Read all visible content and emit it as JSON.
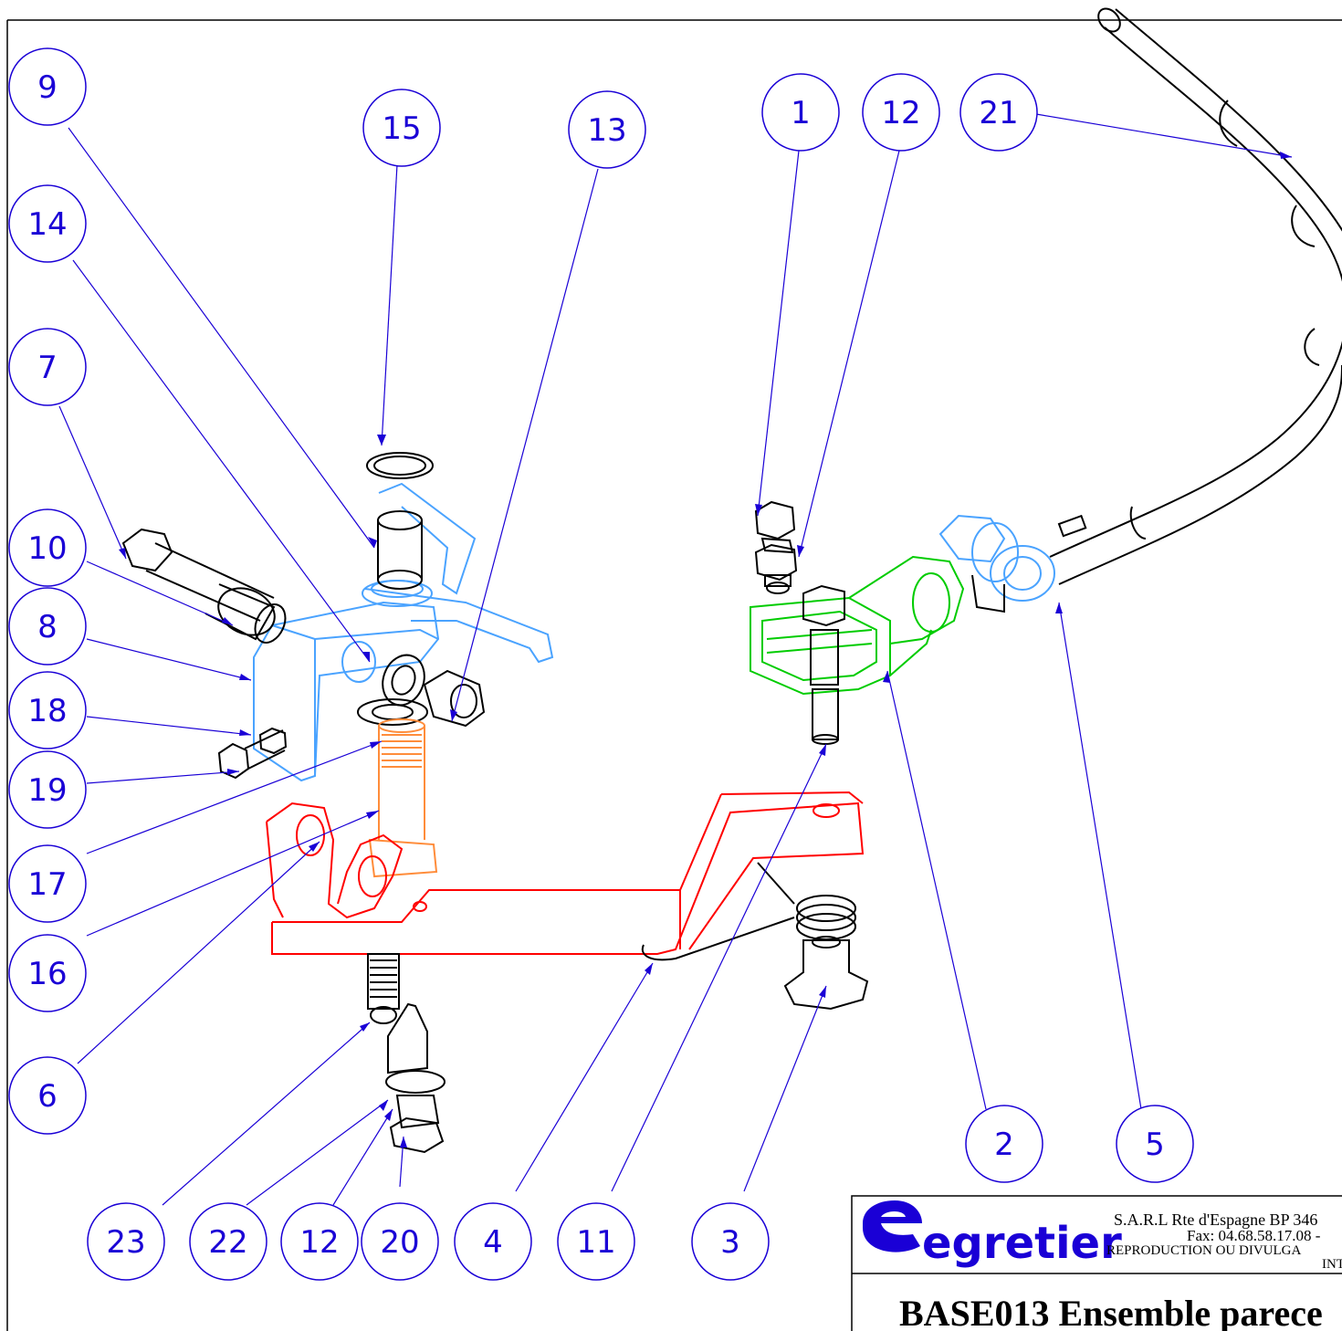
{
  "callouts": [
    {
      "label": "9"
    },
    {
      "label": "15"
    },
    {
      "label": "13"
    },
    {
      "label": "1"
    },
    {
      "label": "12"
    },
    {
      "label": "21"
    },
    {
      "label": "14"
    },
    {
      "label": "7"
    },
    {
      "label": "10"
    },
    {
      "label": "8"
    },
    {
      "label": "18"
    },
    {
      "label": "19"
    },
    {
      "label": "17"
    },
    {
      "label": "16"
    },
    {
      "label": "6"
    },
    {
      "label": "2"
    },
    {
      "label": "5"
    },
    {
      "label": "23"
    },
    {
      "label": "22"
    },
    {
      "label": "12"
    },
    {
      "label": "20"
    },
    {
      "label": "4"
    },
    {
      "label": "11"
    },
    {
      "label": "3"
    }
  ],
  "colors": {
    "callout": "#1a00d6",
    "part_blue": "#4aa3ff",
    "part_red": "#ff0000",
    "part_green": "#00cc00",
    "part_orange": "#ff8c3a",
    "part_black": "#000000"
  },
  "title_block": {
    "logo": "egretier",
    "address_line": "S.A.R.L Rte d'Espagne BP 346",
    "fax_line": "Fax: 04.68.58.17.08 -",
    "notice_line": "REPRODUCTION OU DIVULGA",
    "notice_line2": "INT",
    "title": "BASE013 Ensemble parece"
  }
}
